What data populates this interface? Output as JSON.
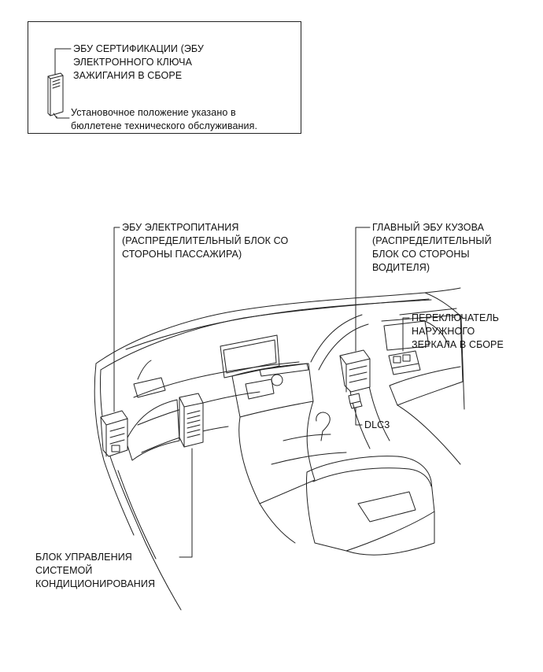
{
  "legend": {
    "component_title_line1": "ЭБУ СЕРТИФИКАЦИИ (ЭБУ",
    "component_title_line2": "ЭЛЕКТРОННОГО КЛЮЧА",
    "component_title_line3": "ЗАЖИГАНИЯ В СБОРЕ",
    "note_line1": "Установочное положение указано в",
    "note_line2": "бюллетене технического обслуживания."
  },
  "labels": {
    "power_ecu": [
      "ЭБУ ЭЛЕКТРОПИТАНИЯ",
      "(РАСПРЕДЕЛИТЕЛЬНЫЙ БЛОК СО",
      "СТОРОНЫ ПАССАЖИРА)"
    ],
    "main_body_ecu": [
      "ГЛАВНЫЙ ЭБУ КУЗОВА",
      "(РАСПРЕДЕЛИТЕЛЬНЫЙ",
      "БЛОК СО СТОРОНЫ",
      "ВОДИТЕЛЯ)"
    ],
    "mirror_switch": [
      "ПЕРЕКЛЮЧАТЕЛЬ",
      "НАРУЖНОГО",
      "ЗЕРКАЛА В СБОРЕ"
    ],
    "dlc3": "DLC3",
    "ac_control": [
      "БЛОК УПРАВЛЕНИЯ",
      "СИСТЕМОЙ",
      "КОНДИЦИОНИРОВАНИЯ"
    ]
  }
}
